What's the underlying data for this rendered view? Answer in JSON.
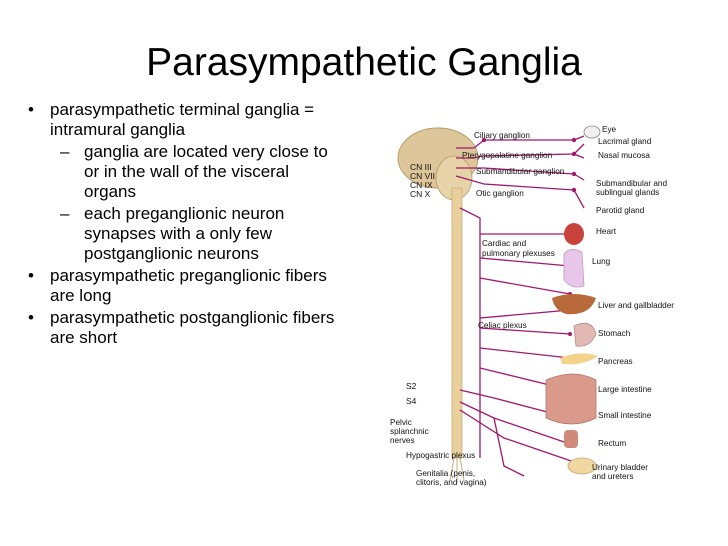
{
  "title": "Parasympathetic Ganglia",
  "bullets": [
    {
      "text": "parasympathetic terminal ganglia = intramural ganglia",
      "subs": [
        "ganglia are located very close to or in the wall of the visceral organs",
        "each preganglionic neuron synapses with a only few postganglionic neurons"
      ]
    },
    {
      "text": "parasympathetic preganglionic fibers are long",
      "subs": []
    },
    {
      "text": "parasympathetic postganglionic fibers are short",
      "subs": []
    }
  ],
  "bullet_glyph": "•",
  "sub_glyph": "–",
  "diagram": {
    "cranial_nerves": [
      "CN III",
      "CN VII",
      "CN IX",
      "CN X"
    ],
    "ganglia": [
      "Ciliary ganglion",
      "Pterygopalatine ganglion",
      "Submandibular ganglion",
      "Otic ganglion"
    ],
    "plexuses": [
      "Cardiac and",
      "pulmonary plexuses",
      "Celiac plexus",
      "Hypogastric plexus"
    ],
    "sacral": [
      "S2",
      "S4"
    ],
    "pelvic": [
      "Pelvic",
      "splanchnic",
      "nerves"
    ],
    "genitalia": [
      "Genitalia (penis,",
      "clitoris, and vagina)"
    ],
    "organs": {
      "eye": "Eye",
      "lacrimal": "Lacrimal gland",
      "nasal": "Nasal mucosa",
      "submandibular": [
        "Submandibular and",
        "sublingual glands"
      ],
      "parotid": "Parotid gland",
      "heart": "Heart",
      "lung": "Lung",
      "liver": "Liver and gallbladder",
      "stomach": "Stomach",
      "pancreas": "Pancreas",
      "large_intestine": "Large  intestine",
      "small_intestine": "Small intestine",
      "rectum": "Rectum",
      "urinary": [
        "Urinary  bladder",
        "and ureters"
      ]
    },
    "colors": {
      "nerve": "#a0186e",
      "spine": "#e8cf9c",
      "brain": "#ddc79a"
    }
  }
}
